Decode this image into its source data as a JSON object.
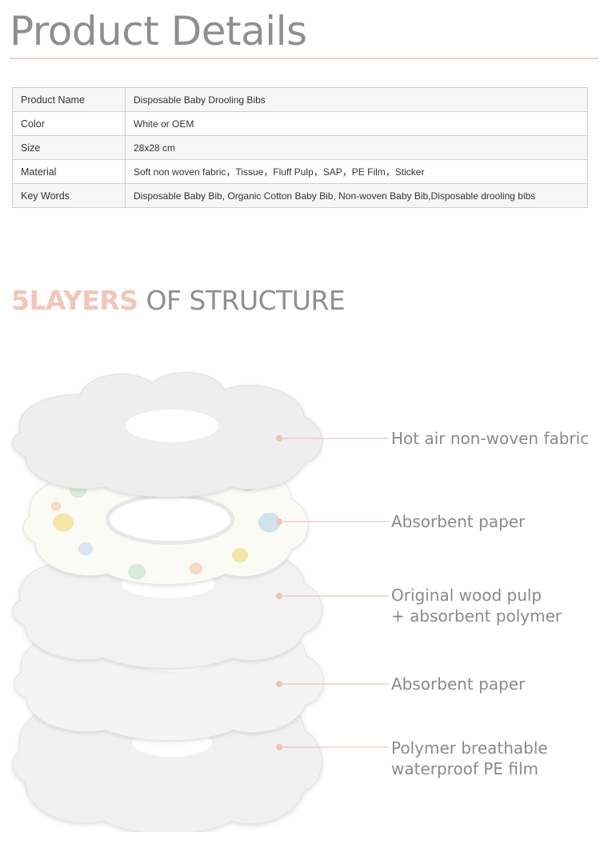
{
  "header": {
    "title": "Product Details"
  },
  "spec_table": {
    "rows": [
      {
        "label": "Product Name",
        "value": "Disposable Baby Drooling Bibs"
      },
      {
        "label": "Color",
        "value": "White or OEM"
      },
      {
        "label": "Size",
        "value": "28x28 cm"
      },
      {
        "label": "Material",
        "value": "Soft non woven fabric，Tissue，Fluff Pulp，SAP，PE Film，Sticker"
      },
      {
        "label": "Key Words",
        "value": "Disposable Baby Bib, Organic Cotton Baby Bib, Non-woven Baby Bib,Disposable drooling bibs"
      }
    ]
  },
  "structure": {
    "heading_accent": "5LAYERS",
    "heading_rest": " OF STRUCTURE",
    "layers": [
      {
        "line1": "Hot air non-woven fabric",
        "line2": ""
      },
      {
        "line1": "Absorbent paper",
        "line2": ""
      },
      {
        "line1": "Original wood pulp",
        "line2": "+ absorbent polymer"
      },
      {
        "line1": "Absorbent paper",
        "line2": ""
      },
      {
        "line1": "Polymer breathable",
        "line2": "waterproof PE film"
      }
    ]
  },
  "colors": {
    "title_gray": "#8f8f8f",
    "accent_peach": "#f2c6b9",
    "rule_pink": "#ecd2c8",
    "callout_gray": "#8a8a8a"
  }
}
